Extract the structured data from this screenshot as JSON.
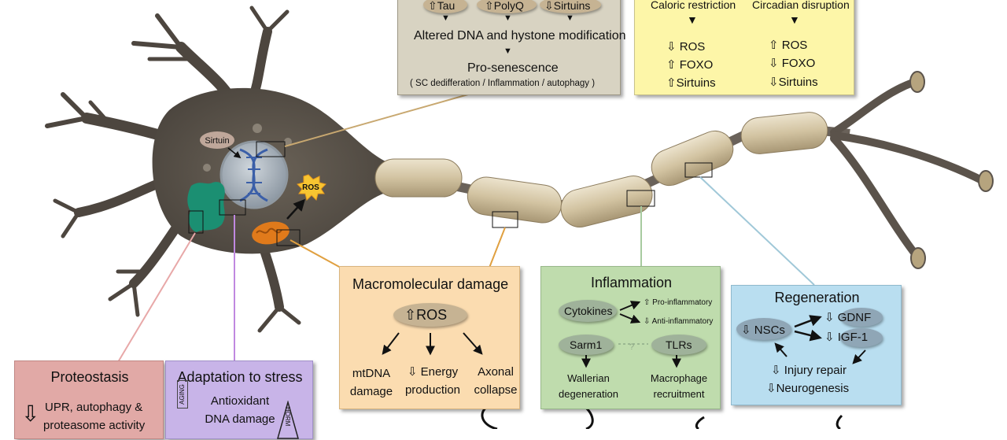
{
  "neuron": {
    "sirtuin_label": "Sirtuin",
    "ros_label": "ROS"
  },
  "top_left_box": {
    "pill_tau": "Tau",
    "pill_polyq": "PolyQ",
    "pill_sirtuins": "Sirtuins",
    "line1": "Altered DNA and hystone modification",
    "line2": "Pro-senescence",
    "line3": "( SC dedifferation  /  Inflammation  /  autophagy )"
  },
  "top_right_box": {
    "col1_title": "Caloric restriction",
    "col1_items": [
      "ROS",
      "FOXO",
      "Sirtuins"
    ],
    "col2_title": "Circadian disruption",
    "col2_items": [
      "ROS",
      "FOXO",
      "Sirtuins"
    ]
  },
  "macromolecular": {
    "title": "Macromolecular damage",
    "center": "ROS",
    "out1_a": "mtDNA",
    "out1_b": "damage",
    "out2_a": "Energy",
    "out2_b": "production",
    "out3_a": "Axonal",
    "out3_b": "collapse"
  },
  "inflammation": {
    "title": "Inflammation",
    "cytokines": "Cytokines",
    "pro": "Pro-inflammatory",
    "anti": "Anti-inflammatory",
    "sarm1": "Sarm1",
    "question": "?",
    "tlrs": "TLRs",
    "out1_a": "Wallerian",
    "out1_b": "degeneration",
    "out2_a": "Macrophage",
    "out2_b": "recruitment"
  },
  "regeneration": {
    "title": "Regeneration",
    "nscs": "NSCs",
    "gdnf": "GDNF",
    "igf1": "IGF-1",
    "line1": "Injury repair",
    "line2": "Neurogenesis"
  },
  "proteostasis": {
    "title": "Proteostasis",
    "line1": "UPR, autophagy &",
    "line2": "proteasome activity"
  },
  "adaptation": {
    "title": "Adaptation to stress",
    "line1": "Antioxidant",
    "line2": "DNA damage",
    "side_left": "AGING",
    "side_right": "HORM"
  },
  "colors": {
    "soma": "#5c544b",
    "axon_segment": "#d4c6a6",
    "top_left_bg": "#d8d3c2",
    "top_right_bg": "#fdf6a8",
    "macro_bg": "#fbdcb0",
    "inflam_bg": "#bfdcad",
    "regen_bg": "#b9def0",
    "proteo_bg": "#e1a9a6",
    "adapt_bg": "#c8b4e8"
  }
}
